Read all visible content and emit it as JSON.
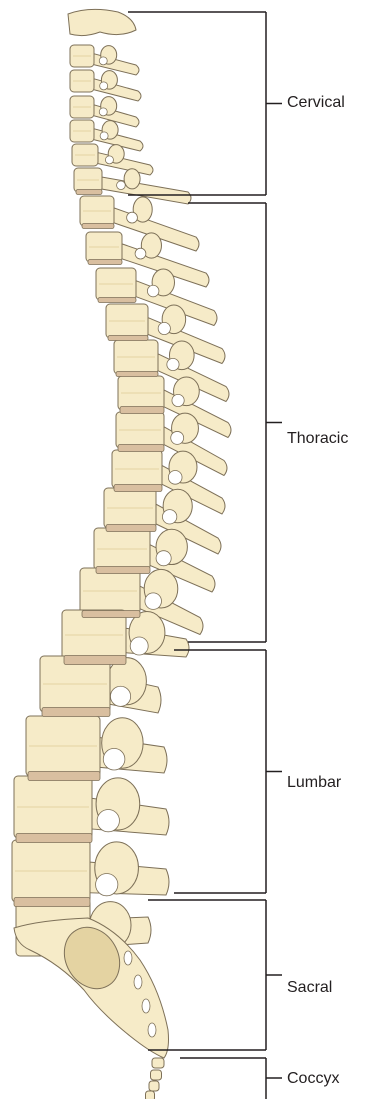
{
  "regions": [
    {
      "label": "Cervical"
    },
    {
      "label": "Thoracic"
    },
    {
      "label": "Lumbar"
    },
    {
      "label": "Sacral"
    },
    {
      "label": "Coccyx"
    }
  ],
  "colors": {
    "bone": "#f6ebc8",
    "bone_shadow": "#e4d3a2",
    "outline": "#7d7058",
    "disc": "#d9bfa0",
    "bracket": "#231f20",
    "text": "#231f20"
  }
}
